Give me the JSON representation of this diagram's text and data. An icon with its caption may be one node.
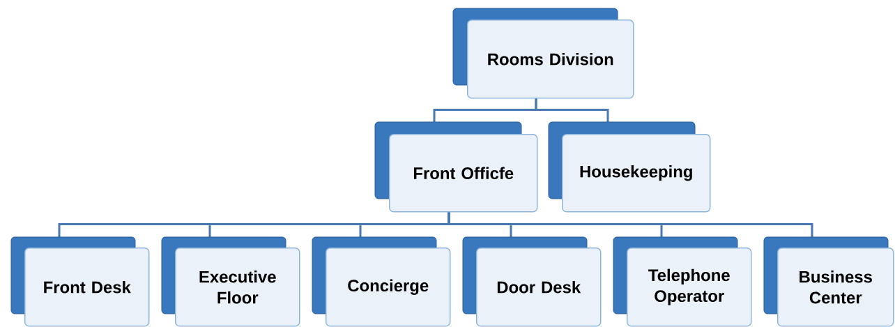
{
  "diagram": {
    "nodes": [
      {
        "text": [
          "Rooms Division"
        ]
      },
      {
        "text": [
          "Front Officfe"
        ]
      },
      {
        "text": [
          "Housekeeping"
        ]
      },
      {
        "text": [
          "Front Desk"
        ]
      },
      {
        "text": [
          "Executive Floor"
        ]
      },
      {
        "text": [
          "Concierge"
        ]
      },
      {
        "text": [
          "Door Desk"
        ]
      },
      {
        "text": [
          "Telephone Operator"
        ]
      },
      {
        "text": [
          "Business Center"
        ]
      }
    ],
    "edges": [
      {
        "from": 0,
        "to": 1,
        "arrow": "none"
      },
      {
        "from": 0,
        "to": 2,
        "arrow": "none"
      },
      {
        "from": 1,
        "to": 3,
        "arrow": "none"
      },
      {
        "from": 1,
        "to": 4,
        "arrow": "none"
      },
      {
        "from": 1,
        "to": 5,
        "arrow": "none"
      },
      {
        "from": 1,
        "to": 6,
        "arrow": "none"
      },
      {
        "from": 1,
        "to": 7,
        "arrow": "none"
      },
      {
        "from": 1,
        "to": 8,
        "arrow": "none"
      }
    ]
  }
}
